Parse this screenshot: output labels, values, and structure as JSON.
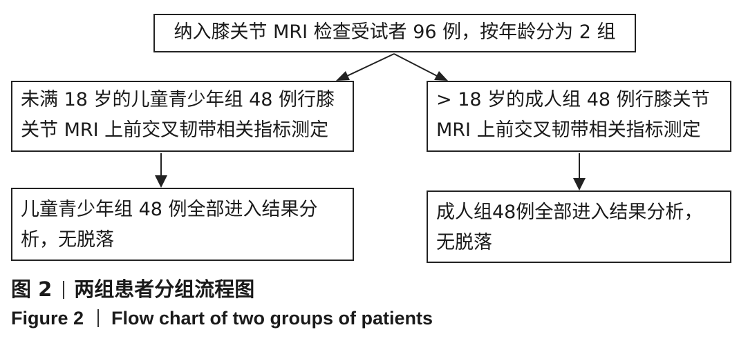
{
  "flowchart": {
    "top": "纳入膝关节 MRI 检查受试者 96 例，按年龄分为 2 组",
    "left_1": [
      "未满 18 岁的儿童青少年组 48 例行膝",
      "关节 MRI 上前交叉韧带相关指标测定"
    ],
    "right_1": [
      "> 18 岁的成人组 48 例行膝关节",
      "MRI 上前交叉韧带相关指标测定"
    ],
    "left_2": [
      "儿童青少年组 48 例全部进入结果分",
      "析，无脱落"
    ],
    "right_2": [
      "成人组48例全部进入结果分析，",
      "无脱落"
    ]
  },
  "caption": {
    "cn_label": "图 2",
    "cn_text": "两组患者分组流程图",
    "en_label": "Figure 2",
    "en_text": "Flow chart of two groups of patients"
  },
  "colors": {
    "border": "#222222",
    "text": "#1a1a1a"
  }
}
